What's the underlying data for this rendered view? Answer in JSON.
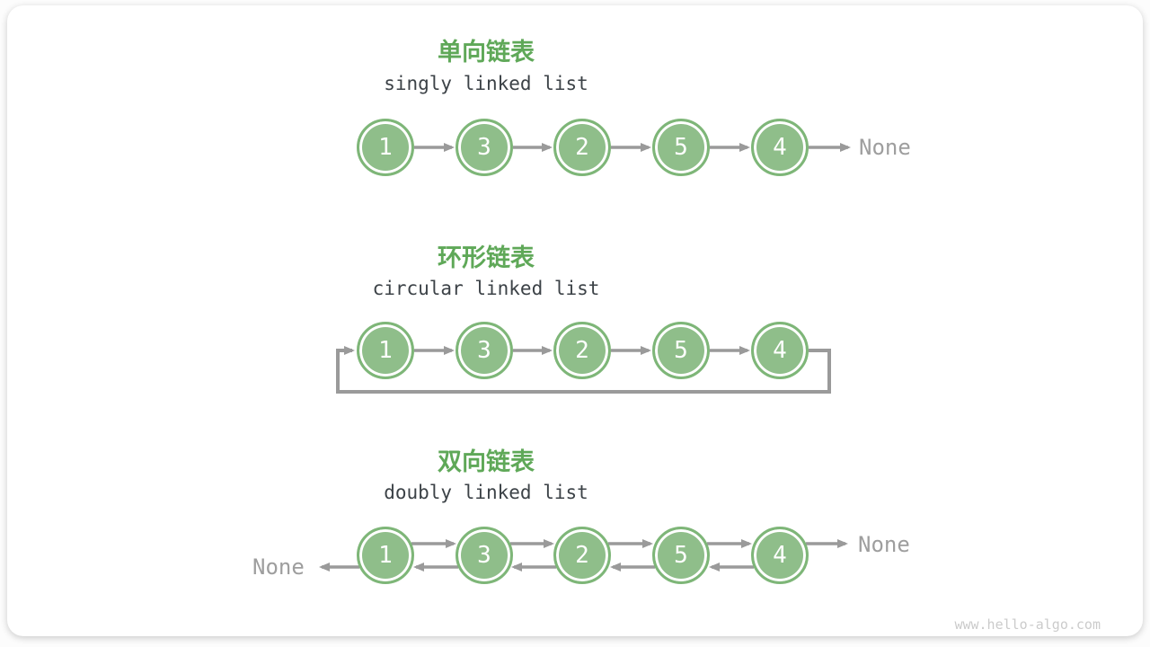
{
  "colors": {
    "node_fill": "#8FBE8A",
    "node_border": "#7EB678",
    "title_green": "#5FA858",
    "arrow_gray": "#9A9A9A",
    "text_dark": "#3C4247",
    "none_gray": "#9E9E9E",
    "watermark_gray": "#CBCBCB"
  },
  "sections": [
    {
      "title_zh": "单向链表",
      "title_en": "singly linked list",
      "nodes": [
        "1",
        "3",
        "2",
        "5",
        "4"
      ],
      "tail_label": "None"
    },
    {
      "title_zh": "环形链表",
      "title_en": "circular linked list",
      "nodes": [
        "1",
        "3",
        "2",
        "5",
        "4"
      ]
    },
    {
      "title_zh": "双向链表",
      "title_en": "doubly linked list",
      "nodes": [
        "1",
        "3",
        "2",
        "5",
        "4"
      ],
      "head_label": "None",
      "tail_label": "None"
    }
  ],
  "watermark": "www.hello-algo.com"
}
